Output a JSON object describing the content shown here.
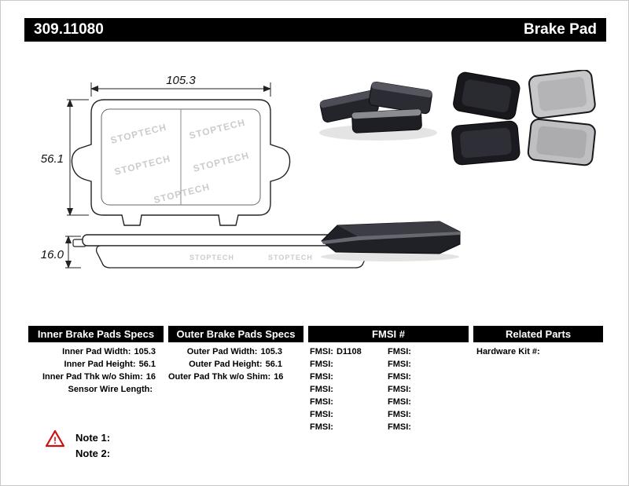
{
  "header": {
    "part_number": "309.11080",
    "product_name": "Brake Pad"
  },
  "drawing": {
    "width_label": "105.3",
    "height_label": "56.1",
    "thickness_label": "16.0",
    "watermark": "STOPTECH"
  },
  "tables": {
    "inner": {
      "header": "Inner Brake Pads Specs",
      "rows": [
        {
          "label": "Inner Pad Width:",
          "value": "105.3"
        },
        {
          "label": "Inner Pad Height:",
          "value": "56.1"
        },
        {
          "label": "Inner Pad Thk w/o Shim:",
          "value": "16"
        },
        {
          "label": "Sensor Wire Length:",
          "value": ""
        }
      ]
    },
    "outer": {
      "header": "Outer Brake Pads Specs",
      "rows": [
        {
          "label": "Outer Pad Width:",
          "value": "105.3"
        },
        {
          "label": "Outer Pad Height:",
          "value": "56.1"
        },
        {
          "label": "Outer Pad Thk w/o Shim:",
          "value": "16"
        }
      ]
    },
    "fmsi": {
      "header": "FMSI #",
      "col1": [
        {
          "label": "FMSI:",
          "value": "D1108"
        },
        {
          "label": "FMSI:",
          "value": ""
        },
        {
          "label": "FMSI:",
          "value": ""
        },
        {
          "label": "FMSI:",
          "value": ""
        },
        {
          "label": "FMSI:",
          "value": ""
        },
        {
          "label": "FMSI:",
          "value": ""
        },
        {
          "label": "FMSI:",
          "value": ""
        }
      ],
      "col2": [
        {
          "label": "FMSI:",
          "value": ""
        },
        {
          "label": "FMSI:",
          "value": ""
        },
        {
          "label": "FMSI:",
          "value": ""
        },
        {
          "label": "FMSI:",
          "value": ""
        },
        {
          "label": "FMSI:",
          "value": ""
        },
        {
          "label": "FMSI:",
          "value": ""
        },
        {
          "label": "FMSI:",
          "value": ""
        }
      ]
    },
    "related": {
      "header": "Related Parts",
      "rows": [
        {
          "label": "Hardware Kit #:",
          "value": ""
        }
      ]
    }
  },
  "notes": {
    "items": [
      {
        "label": "Note 1:"
      },
      {
        "label": "Note 2:"
      }
    ]
  }
}
